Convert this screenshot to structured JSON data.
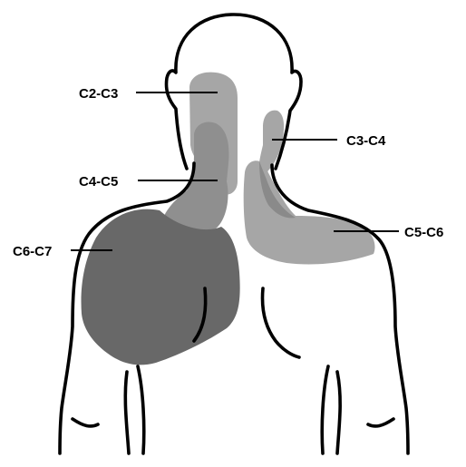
{
  "labels": {
    "c2_c3": "C2-C3",
    "c3_c4": "C3-C4",
    "c4_c5": "C4-C5",
    "c5_c6": "C5-C6",
    "c6_c7": "C6-C7"
  },
  "colors": {
    "outline": "#000000",
    "light_zone": "#a6a6a6",
    "mid_zone": "#8c8c8c",
    "dark_zone": "#686868",
    "background": "#ffffff"
  }
}
